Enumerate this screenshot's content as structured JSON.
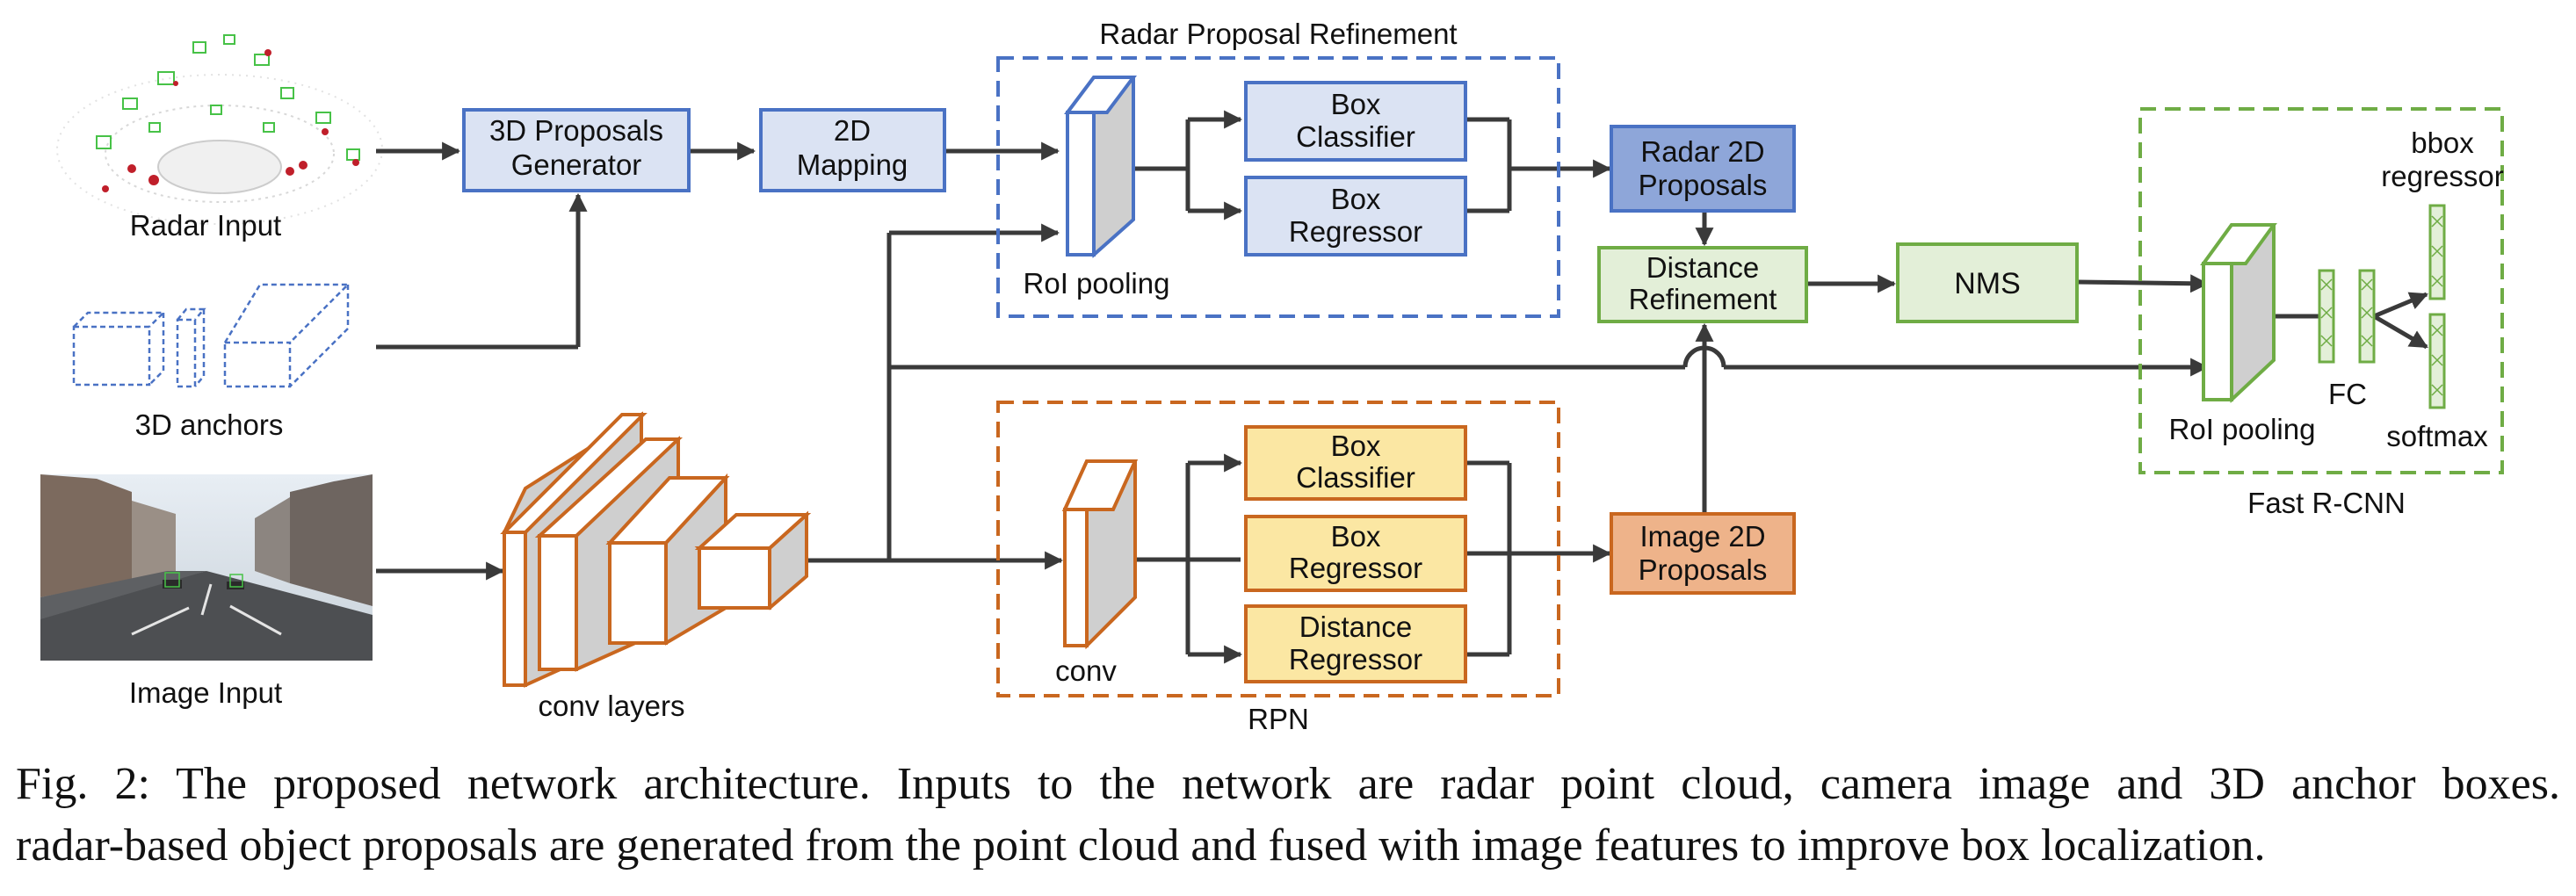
{
  "labels": {
    "radar_input": "Radar Input",
    "anchors_3d": "3D anchors",
    "image_input": "Image Input",
    "conv_layers": "conv layers",
    "proposals_gen": [
      "3D Proposals",
      "Generator"
    ],
    "mapping_2d": [
      "2D",
      "Mapping"
    ],
    "rpr_title": "Radar Proposal Refinement",
    "roi_pooling_1": "RoI pooling",
    "box_classifier_1": [
      "Box",
      "Classifier"
    ],
    "box_regressor_1": [
      "Box",
      "Regressor"
    ],
    "radar_2d_proposals": [
      "Radar 2D",
      "Proposals"
    ],
    "distance_refinement": [
      "Distance",
      "Refinement"
    ],
    "nms": "NMS",
    "rpn_title": "RPN",
    "conv": "conv",
    "box_classifier_2": [
      "Box",
      "Classifier"
    ],
    "box_regressor_2": [
      "Box",
      "Regressor"
    ],
    "distance_regressor": [
      "Distance",
      "Regressor"
    ],
    "image_2d_proposals": [
      "Image 2D",
      "Proposals"
    ],
    "frcnn_title": "Fast R-CNN",
    "roi_pooling_2": "RoI pooling",
    "fc": "FC",
    "bbox_regressor": [
      "bbox",
      "regressor"
    ],
    "softmax": "softmax"
  },
  "caption": {
    "line1": "Fig. 2: The proposed network architecture. Inputs to the network are radar point cloud, camera image and 3D anchor boxes.",
    "line2": "radar-based object proposals are generated from the point cloud and fused with image features to improve box localization."
  },
  "colors": {
    "blue_stroke": "#4a72c4",
    "blue_fill": "#dbe3f3",
    "blue_dark_fill": "#8ea6d9",
    "orange_stroke": "#c9671f",
    "orange_fill": "#fbe7a3",
    "orange_dark_fill": "#eeb38a",
    "green_stroke": "#6fac45",
    "green_fill": "#e3efd8",
    "arrow": "#3a3a3a",
    "gray_face": "#cfcfcf"
  }
}
